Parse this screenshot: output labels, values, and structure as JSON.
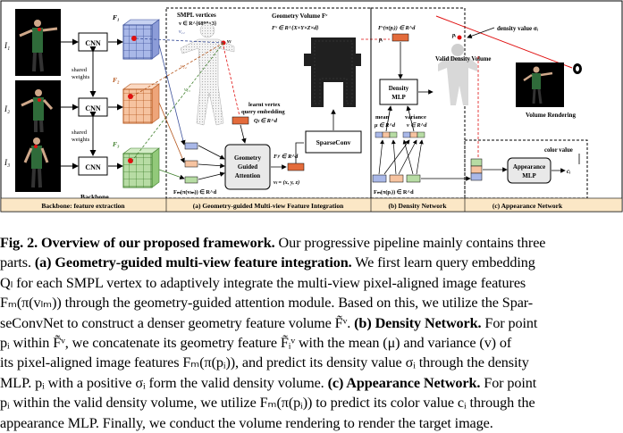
{
  "figure": {
    "views": [
      "I₁",
      "I₂",
      "I₃"
    ],
    "features": [
      "F₁",
      "F₂",
      "F₃"
    ],
    "cnn_label": "CNN",
    "shared_weights": "shared weights",
    "backbone_label": "Backbone",
    "smpl_vertices": "SMPL vertices",
    "smpl_formula": "v ∈ R^{6890×3}",
    "v_l": "vₗ",
    "v_11": "v₁₁",
    "v_12": "v₁₂",
    "v_13": "v₁₃",
    "learnt_query_1": "learnt vertex",
    "learnt_query_2": "query embedding",
    "q_formula": "Qₗ ∈ R^d",
    "fm_formula_left": "Fₘ(π(vₗₘ)) ∈ R^d",
    "attention_label": [
      "Geometry",
      "Guided",
      "Attention"
    ],
    "fv_l": "Fₗᵛ ∈ R^d",
    "v_xyz": "vₗ = (x, y, z)",
    "geo_volume_title": "Geometry Volume Fᵛ",
    "geo_volume_formula": "Fᵛ ∈ R^{X×Y×Z×d}",
    "sparseconv": "SparseConv",
    "fv_pi": "Fᵛ(π(pᵢ)) ∈ R^d",
    "p_i": "pᵢ",
    "density_mlp": [
      "Density",
      "MLP"
    ],
    "mean_label": [
      "mean",
      "μ ∈ R^d"
    ],
    "variance_label": [
      "variance",
      "v ∈ R^d"
    ],
    "fm_formula_mid": "Fₘ(π(pᵢ)) ∈ R^d",
    "valid_density_volume": "Valid Density Volume",
    "density_value": "density value σᵢ",
    "volume_rendering": "Volume Rendering",
    "color_value": "color value",
    "appearance_mlp": [
      "Appearance",
      "MLP"
    ],
    "c_i": "cᵢ",
    "sections": [
      "Backbone: feature extraction",
      "(a) Geometry-guided Multi-view Feature Integration",
      "(b) Density Network",
      "(c) Appearance Network"
    ]
  },
  "colors": {
    "grid_blue": "#a9b8e8",
    "grid_orange": "#f6c3a0",
    "grid_green": "#b7dca4",
    "red": "#e01010",
    "label_bar": "#fbe7c6"
  },
  "caption": {
    "lines": [
      [
        "Fig. 2.",
        "Overview of our proposed framework.",
        " Our progressive pipeline mainly contains three"
      ],
      [
        "parts. ",
        "(a) Geometry-guided multi-view feature integration.",
        " We first learn query embedding"
      ],
      [
        "Qₗ for each SMPL vertex to adaptively integrate the multi-view pixel-aligned image features"
      ],
      [
        "Fₘ(π(vₗₘ)) through the geometry-guided attention module. Based on this, we utilize the Spar-"
      ],
      [
        "seConvNet to construct a denser geometry feature volume F̃ᵛ. ",
        "(b) Density Network.",
        " For point"
      ],
      [
        "pᵢ within F̃ᵛ, we concatenate its geometry feature F̃ᵢᵛ with the mean (μ) and variance (v) of"
      ],
      [
        "its pixel-aligned image features Fₘ(π(pᵢ)), and predict its density value σᵢ through the density"
      ],
      [
        "MLP. pᵢ with a positive σᵢ form the valid density volume. ",
        "(c) Appearance Network.",
        " For point"
      ],
      [
        "pᵢ within the valid density volume, we utilize Fₘ(π(pᵢ)) to predict its color value cᵢ through the"
      ],
      [
        "appearance MLP. Finally, we conduct the volume rendering to render the target image."
      ]
    ]
  }
}
